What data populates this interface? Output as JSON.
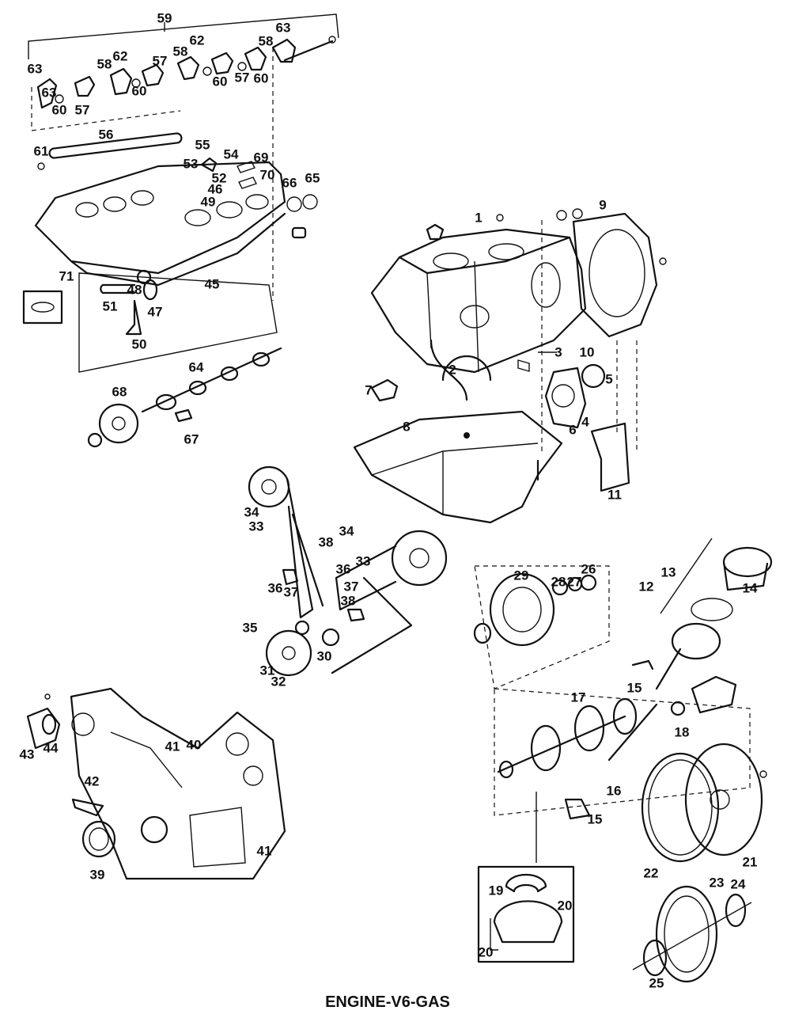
{
  "diagram": {
    "caption": "ENGINE-V6-GAS",
    "callouts": [
      "59",
      "63",
      "58",
      "62",
      "58",
      "62",
      "58",
      "63",
      "57",
      "60",
      "60",
      "57",
      "60",
      "57",
      "60",
      "63",
      "61",
      "56",
      "55",
      "54",
      "53",
      "52",
      "69",
      "70",
      "66",
      "65",
      "46",
      "49",
      "71",
      "45",
      "51",
      "48",
      "47",
      "50",
      "64",
      "68",
      "67",
      "1",
      "9",
      "3",
      "10",
      "5",
      "7",
      "2",
      "6",
      "4",
      "8",
      "11",
      "34",
      "33",
      "38",
      "34",
      "33",
      "36",
      "37",
      "36",
      "37",
      "38",
      "35",
      "31",
      "32",
      "30",
      "29",
      "28",
      "27",
      "26",
      "13",
      "12",
      "14",
      "15",
      "17",
      "18",
      "16",
      "15",
      "43",
      "44",
      "41",
      "40",
      "42",
      "41",
      "39",
      "19",
      "20",
      "20",
      "22",
      "21",
      "23",
      "24",
      "25"
    ]
  }
}
